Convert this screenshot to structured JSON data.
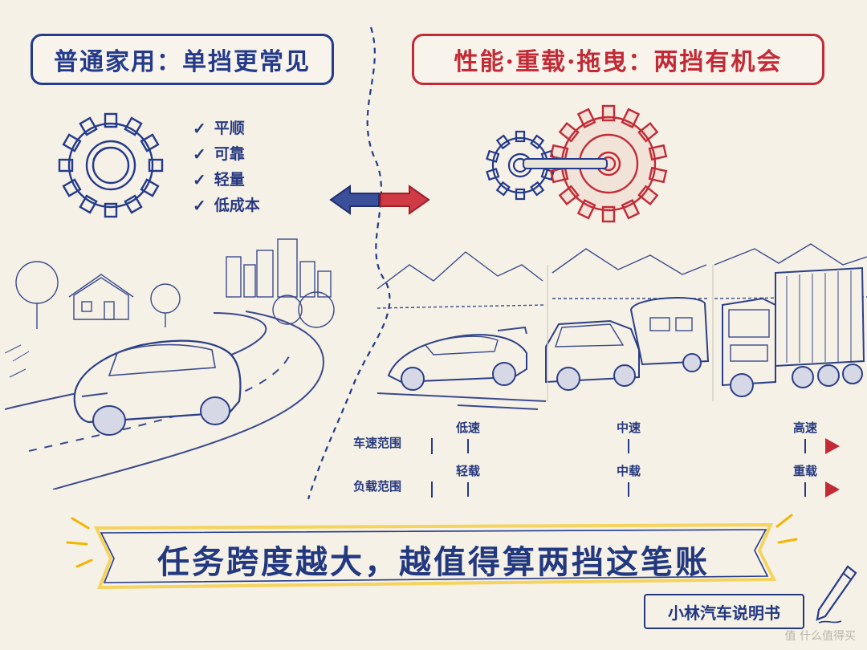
{
  "left_panel": {
    "title": "普通家用：单挡更常见",
    "benefits": [
      "平顺",
      "可靠",
      "轻量",
      "低成本"
    ]
  },
  "right_panel": {
    "title": "性能·重载·拖曳：两挡有机会"
  },
  "scales": [
    {
      "label": "车速范围",
      "ticks": [
        "低速",
        "中速",
        "高速"
      ],
      "positions": [
        0.09,
        0.49,
        0.93
      ]
    },
    {
      "label": "负载范围",
      "ticks": [
        "轻载",
        "中载",
        "重载"
      ],
      "positions": [
        0.09,
        0.49,
        0.93
      ]
    }
  ],
  "banner": {
    "text": "任务跨度越大，越值得算两挡这笔账"
  },
  "signature": "小林汽车说明书",
  "watermark": "值 什么值得买",
  "colors": {
    "blue": "#243a8a",
    "red": "#c22a36",
    "paper": "#f6f1e6",
    "highlight": "#f4d35e"
  },
  "icons": {
    "single_gear": "gear-icon",
    "two_gears": "gear-pair-icon",
    "double_arrow": "double-arrow-icon",
    "pen": "pen-icon"
  }
}
